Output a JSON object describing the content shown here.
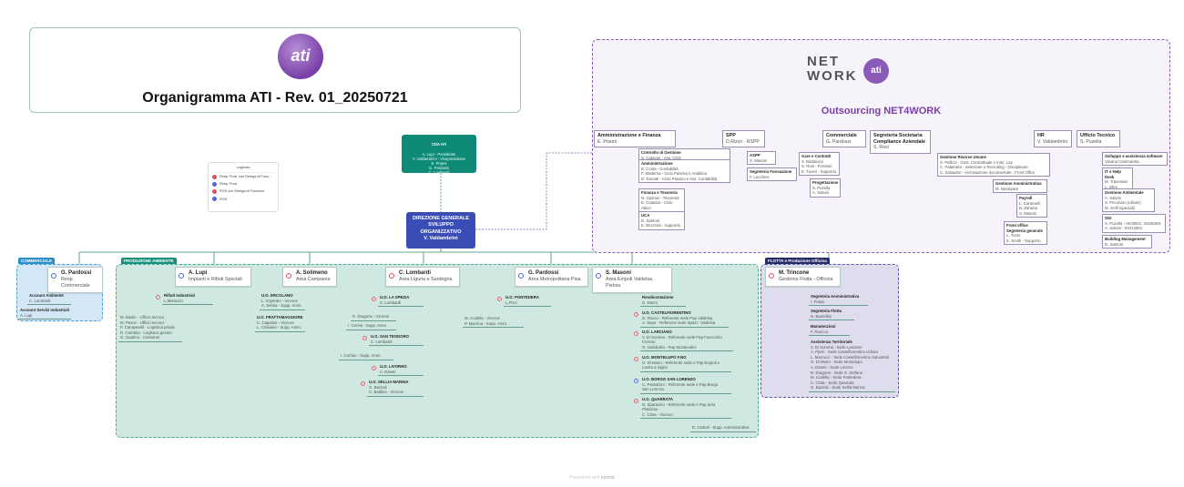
{
  "header": {
    "logo_text": "ati",
    "title": "Organigramma ATI - Rev. 01_20250721"
  },
  "cda": {
    "title": "CDA ATI",
    "body": "A. Lupi - Presidente\nV. Valdambrini - Vicepresidente\nE. Priami\nG. Pardossi\nC. Lombardi"
  },
  "direzione": {
    "label": "DIREZIONE GENERALE\nSVILUPPO\nORGANIZZATIVO\nV. Valdambrini"
  },
  "legend": {
    "title": "Legenda",
    "items": [
      {
        "label": "Resp. Prod. con Delega di Funz...",
        "color": "#e0505a"
      },
      {
        "label": "Resp. Prod",
        "color": "#4a68d8"
      },
      {
        "label": "ROS con Delega di Funzione",
        "color": "#e0505a"
      },
      {
        "label": "ROS",
        "color": "#4a68d8"
      }
    ]
  },
  "outsourcing": {
    "logo_text": "NET\nWORK",
    "logo_badge": "ati",
    "title": "Outsourcing NET4WORK",
    "nodes": {
      "amm": {
        "title": "Amministrazione e Finanza",
        "body": "E. Priami"
      },
      "cdg": {
        "title": "Controllo di Gestione",
        "body": "S. Capponi - Ass. CDG"
      },
      "ammin": {
        "title": "Amministrazione",
        "body": "E. Costa - Contabilità\nF. Maderna - Ciclo Passivo e Analitica\nD. Dorsati - Ciclo Passivo e Ass. Contabilità"
      },
      "fin": {
        "title": "Finanza e Tesoreria",
        "body": "N. Cipriani - Tesoreria\nE. Colaiuta - Ciclo Attivo"
      },
      "uca": {
        "title": "UCA",
        "body": "D. Santoni\nE. Bruzzani - Supporto"
      },
      "spp": {
        "title": "SPP",
        "body": "D.Rizzo - RSPP"
      },
      "aspp": {
        "title": "ASPP",
        "body": "S. Masoni"
      },
      "segform": {
        "title": "Segreteria Formazione",
        "body": "F. Lucchesi"
      },
      "comm": {
        "title": "Commerciale",
        "body": "G. Pardossi"
      },
      "gare": {
        "title": "Gare e Contratti",
        "body": "S. Bartalucci\nS. Rosi - Fornitori\nE. Tuveri - Supporto"
      },
      "prog": {
        "title": "Progettazione",
        "body": "S. Puzella\nA. Salvini"
      },
      "segsoc": {
        "title": "Segreteria Societaria\nCompliance Aziendale",
        "body": "S. Rosi"
      },
      "hr": {
        "title": "HR",
        "body": "V. Valdambrini"
      },
      "gru": {
        "title": "Gestione Risorse Umane",
        "body": "S. Pellizzi - Gest. Contrattuale e Inter. Lav.\nC. Palamara - Selezione e Recruiting - Disciplinare\nC. Salvadori - Archiviazione documentale - Front Office"
      },
      "gamm": {
        "title": "Gestione Amministrativa",
        "body": "M. Nannipieri"
      },
      "payroll": {
        "title": "Payroll",
        "body": "L. Caramelli\nB. Zaharia\nS. Masoni"
      },
      "front": {
        "title": "Front office\nSegreteria generale",
        "body": "L. Turini\nE. Smith - Supporto"
      },
      "ut": {
        "title": "Ufficio Tecnico",
        "body": "S. Puzella"
      },
      "sw": {
        "title": "Sviluppo e assistenza software",
        "body": "Viviana Cammarata"
      },
      "it": {
        "title": "IT e Help Desk",
        "body": "M. Traversari\nL. Olmi"
      },
      "gamb": {
        "title": "Gestione Ambientale",
        "body": "A. Salvini\nS. Peconaro (urbani)\nM. Gelli (speciali)"
      },
      "sgi": {
        "title": "SGI",
        "body": "S. Puzella - ISO9001, ISO45001\nA. Salvini - ISO14001"
      },
      "bm": {
        "title": "Building Management",
        "body": "D. Santoni"
      }
    }
  },
  "commerciale": {
    "tag": "COMMERCIALE",
    "nodes": {
      "head": {
        "title": "G. Pardossi",
        "body": "Resp. Commerciale"
      },
      "acc_amb": {
        "title": "Account Ambiente",
        "body": "C. Lombardi"
      },
      "acc_si": {
        "title": "Account Servizi Industriali",
        "body": "A. Lupi"
      }
    }
  },
  "produzione": {
    "tag": "PRODUZIONE AMBIENTE",
    "nodes": {
      "lupi": {
        "title": "A. Lupi",
        "body": "Impianti e Rifiuti Speciali"
      },
      "rif": {
        "title": "Rifiuti Industriali",
        "body": "L.Mamuzzi"
      },
      "lupi_list": {
        "title": "",
        "body": "M. Basile - Ufficio tecnico\nM. Pesce - Ufficio tecnico\nP. Campanelli - Logistica privati\nD. Cambria - Logistica gestori\nG. Guarino - Customer"
      },
      "solimeno": {
        "title": "A. Solimeno",
        "body": "Area Campania"
      },
      "ercolano": {
        "title": "U.O. ERCOLANO",
        "body": "L. Imperato - Viceros\nA. Selma - Supp. Amm."
      },
      "fratta": {
        "title": "U.O. FRATTAMAGGIORE",
        "body": "C. Capasso - Viceros\nL. Cristiano - Supp. Amm."
      },
      "lombardi": {
        "title": "C. Lombardi",
        "body": "Area Liguria e Sardegna"
      },
      "spezia": {
        "title": "U.O. LA SPEZIA",
        "body": "S. Lombardi"
      },
      "spezia_a": {
        "title": "",
        "body": "R. Dragone - Viceros"
      },
      "spezia_b": {
        "title": "",
        "body": "I. Cervia - Supp. Amm."
      },
      "teodoro": {
        "title": "U.O. SAN TEODORO",
        "body": "C. Lombardi"
      },
      "teodoro_a": {
        "title": "",
        "body": "I. Corrias - Supp. Amm."
      },
      "livorno": {
        "title": "U.O. LIVORNO",
        "body": "A. Daveti"
      },
      "sellia": {
        "title": "U.O. SELLIA MARINA",
        "body": "G. Bazzali\nC. Baldino - Viceros"
      },
      "pardossi": {
        "title": "G. Pardossi",
        "body": "Area Metropolitana Pisa"
      },
      "pontedera": {
        "title": "U.O. PONTEDERA",
        "body": "L.Pizzi"
      },
      "pontedera_a": {
        "title": "",
        "body": "M. Codella - Viceros\nP. Macrina - Supp. Amm."
      },
      "masoni": {
        "title": "S. Masoni",
        "body": "Area Empoli Valdelsa Pistoia"
      },
      "rend": {
        "title": "Rendicontazione",
        "body": "D. Danni"
      },
      "castel": {
        "title": "U.O. CASTELFIORENTINO",
        "body": "G. Rocco - Referente sede Pap Valdelsa\nA. Sepe - Referente sede Spazz. Valdelsa"
      },
      "larciano": {
        "title": "U.O. LARCIANO",
        "body": "V. Di Somma - Referente sede Pap Fucecchio Cerreto\nG. Giubbolini - Pap Montecatini"
      },
      "montelupo": {
        "title": "U.O. MONTELUPO F.NO",
        "body": "G. Di Mario - Referente sede e Pap Empoli e\nLastra a Signa"
      },
      "borgo": {
        "title": "U.O. BORGO SAN LORENZO",
        "body": "C. Passaforo - Referente sede e Pap Borgo\nSan Lorenzo"
      },
      "quarrata": {
        "title": "U.O. QUARRATA",
        "body": "N. Sparacino - Referente sede e Pap area\nPistoiese\nC. Cinta - Viceros"
      },
      "ciottoli": {
        "title": "",
        "body": "R. Ciottoli - Supp. Amministrative"
      }
    }
  },
  "flotta": {
    "tag": "FLOTTA e Produzione Officina",
    "nodes": {
      "head": {
        "title": "M. Trincone",
        "body": "Gestione Flotta - Officina"
      },
      "segamm": {
        "title": "Segreteria Amministrativa",
        "body": "I. Frassi"
      },
      "segfl": {
        "title": "Segreteria Flotta",
        "body": "N. Barsellini"
      },
      "manut": {
        "title": "Manutenzioni",
        "body": "F. Ruocco"
      },
      "assist": {
        "title": "Assistenza Territoriale",
        "body": "V. Di Somma - Sede Larciano\nA. Pjetri - Sede Castelfiorentino Urbani\nL. Marrucci - Sede Castelfiorentino Industriali\nG. Di Mario - Sede Montelupo\nA. Daveti - Sede Livorno\nR. Dragone - Sede S. Stefano\nM. Codella - Sede Pontedera\nC. Cinta - Sede Quarrata\nG. Bazzali - Sede Sellia Marina"
      }
    }
  },
  "footer": {
    "prefix": "Presented with",
    "brand": "xmind"
  }
}
